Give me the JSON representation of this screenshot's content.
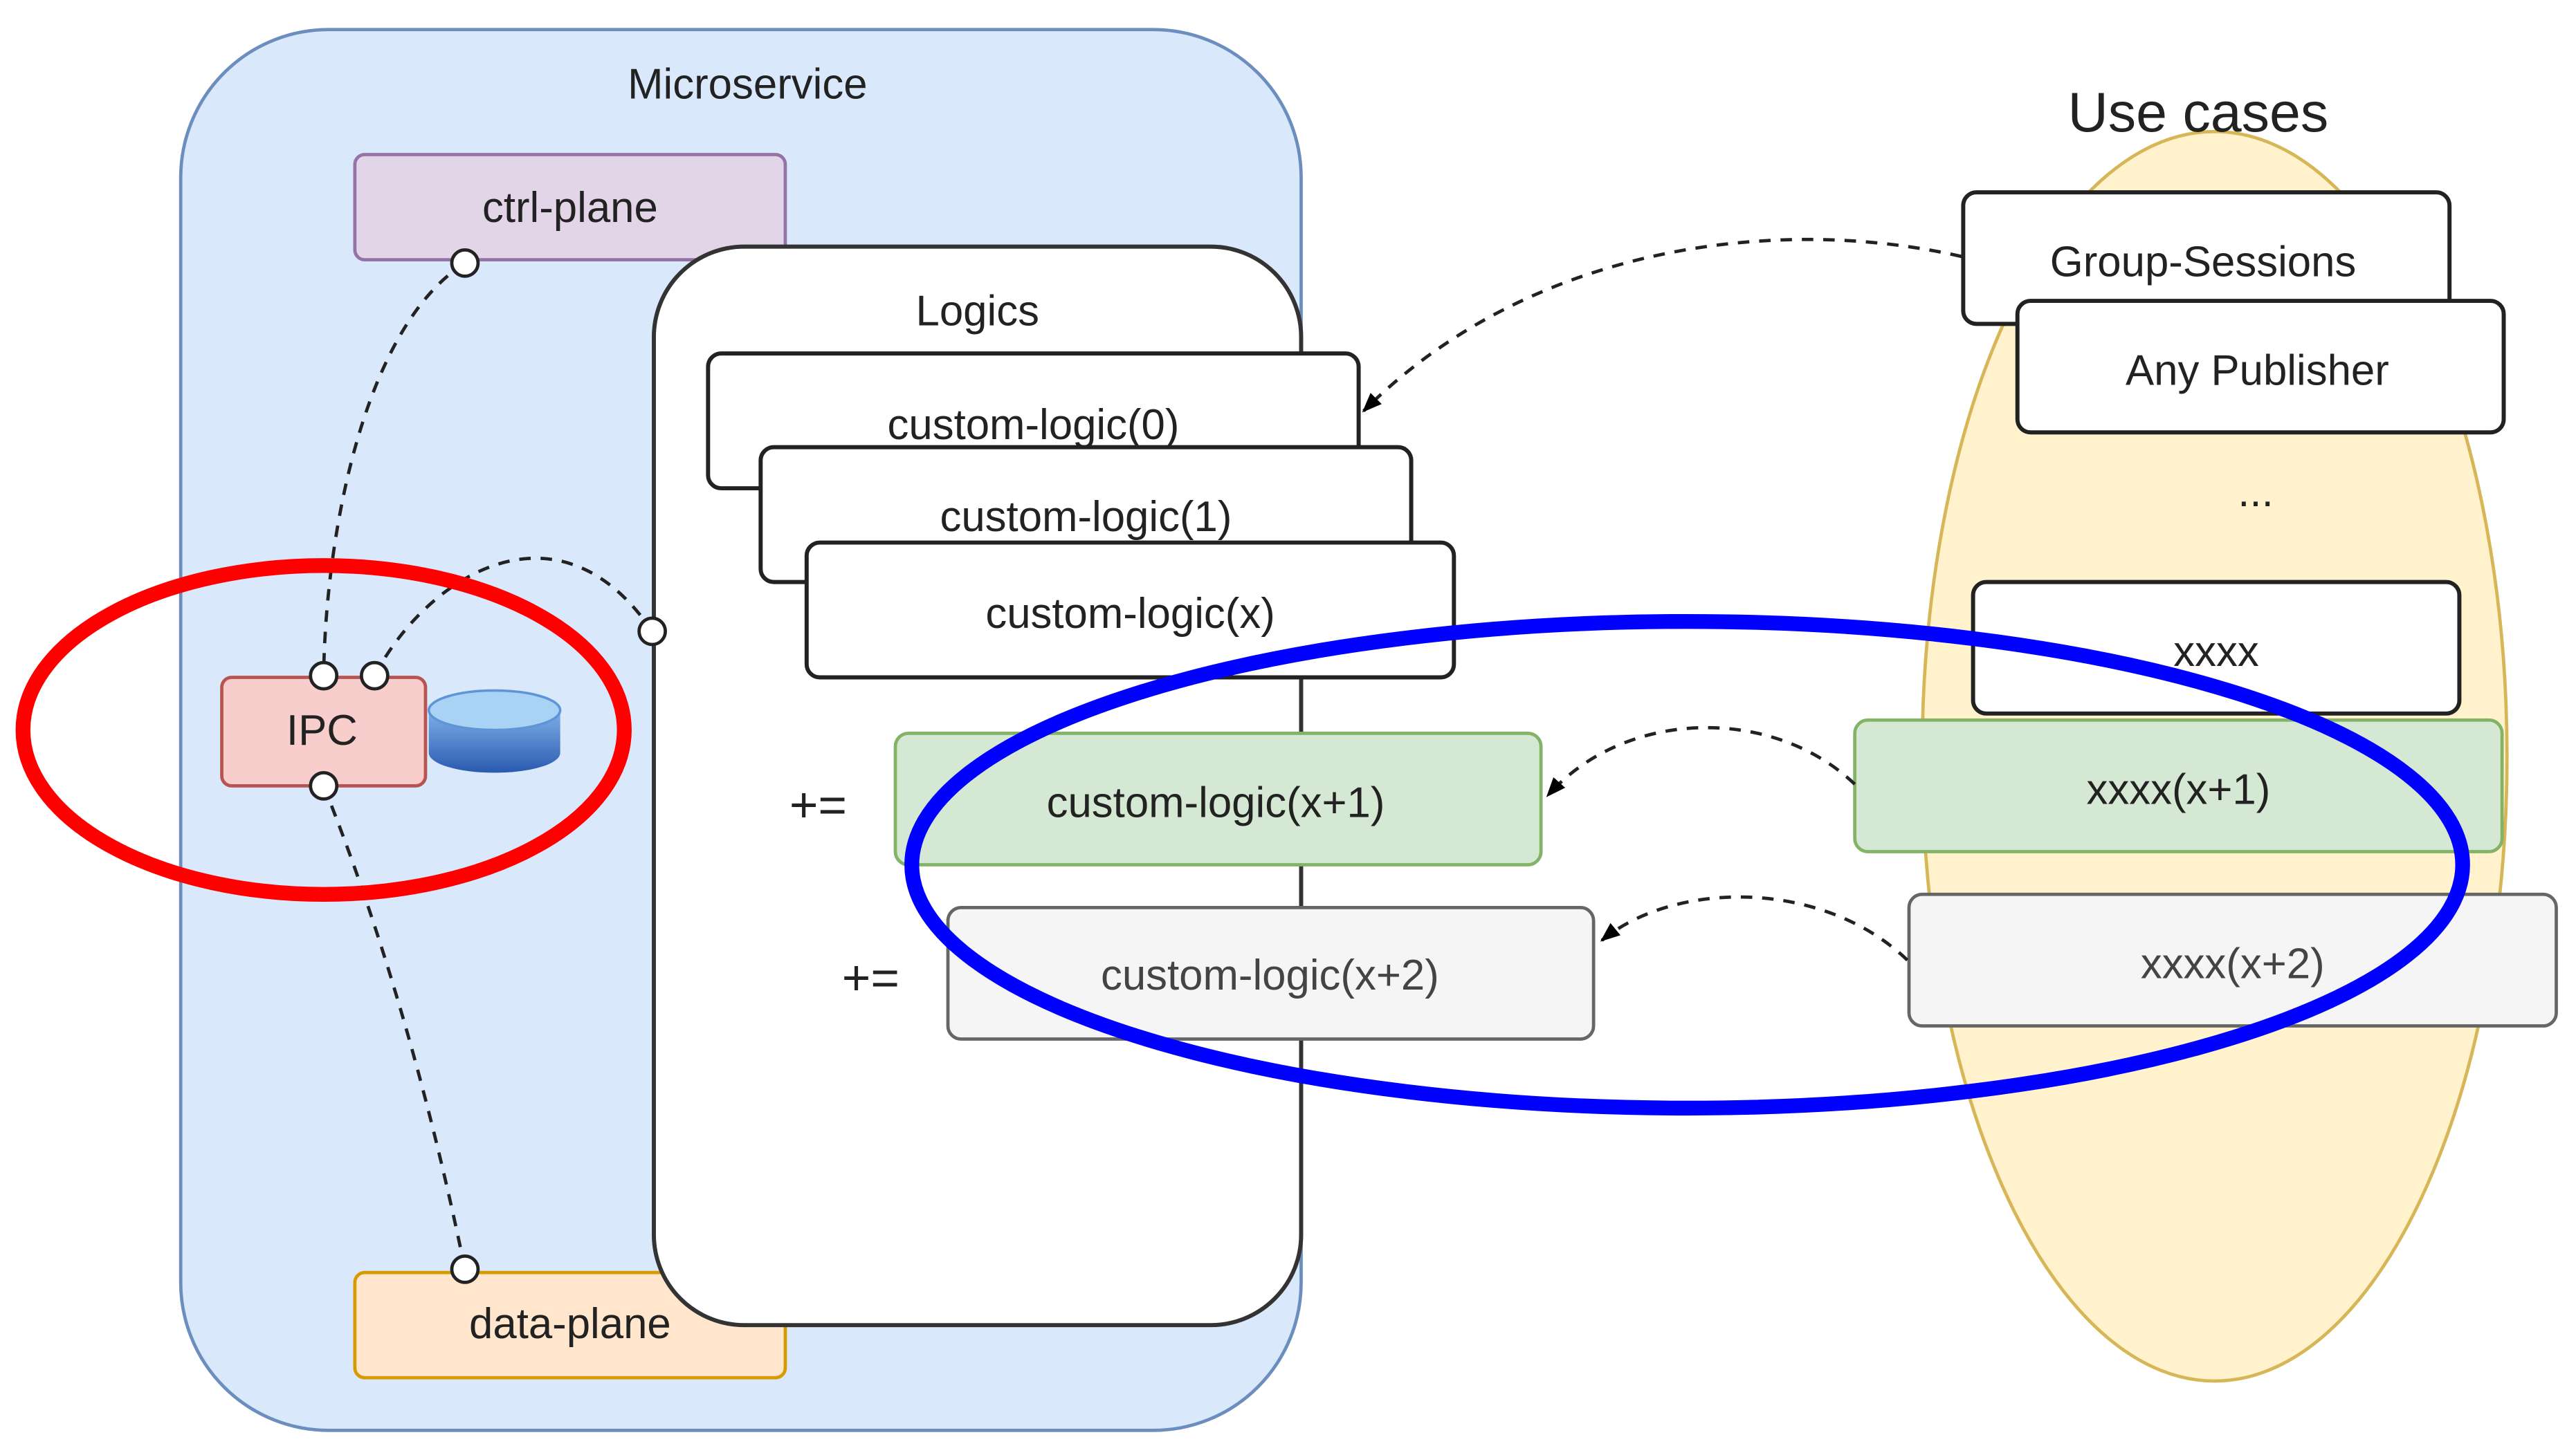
{
  "microservice": {
    "title": "Microservice",
    "ctrl_plane": "ctrl-plane",
    "data_plane": "data-plane",
    "ipc": "IPC"
  },
  "logics": {
    "title": "Logics",
    "items": [
      "custom-logic(0)",
      "custom-logic(1)",
      "custom-logic(x)"
    ],
    "added": [
      {
        "operator": "+=",
        "label": "custom-logic(x+1)"
      },
      {
        "operator": "+=",
        "label": "custom-logic(x+2)"
      }
    ]
  },
  "use_cases": {
    "title": "Use cases",
    "items": [
      "Group-Sessions",
      "Any Publisher"
    ],
    "ellipsis": "...",
    "generic": "xxxx",
    "added": [
      "xxxx(x+1)",
      "xxxx(x+2)"
    ]
  },
  "colors": {
    "microservice_fill": "#dae8fc",
    "microservice_stroke": "#6c8ebf",
    "ctrl_plane_fill": "#e1d5e7",
    "ctrl_plane_stroke": "#9673a6",
    "data_plane_fill": "#ffe6cc",
    "data_plane_stroke": "#d79b00",
    "ipc_fill": "#f8cecc",
    "ipc_stroke": "#b85450",
    "added_fill": "#d5e8d4",
    "added_stroke": "#82b366",
    "added2_fill": "#f5f5f5",
    "added2_stroke": "#666666",
    "usecase_fill": "#fff2cc",
    "usecase_stroke": "#d6b656",
    "highlight_red": "#ff0000",
    "highlight_blue": "#0000ff",
    "database_icon": "database-icon"
  }
}
